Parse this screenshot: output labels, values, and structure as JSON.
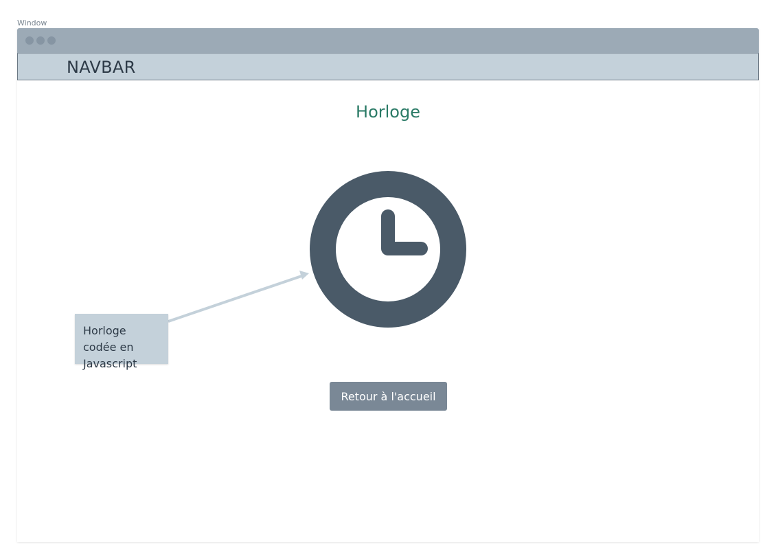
{
  "window": {
    "caption": "Window"
  },
  "navbar": {
    "label": "NAVBAR"
  },
  "main": {
    "title": "Horloge",
    "clock_icon": "clock-icon",
    "annotation": "Horloge codée en Javascript",
    "back_button_label": "Retour à l'accueil"
  },
  "colors": {
    "titlebar": "#9caab6",
    "navbar": "#c4d1da",
    "title": "#2a7a66",
    "clock": "#4a5a68",
    "button": "#7a8896"
  }
}
